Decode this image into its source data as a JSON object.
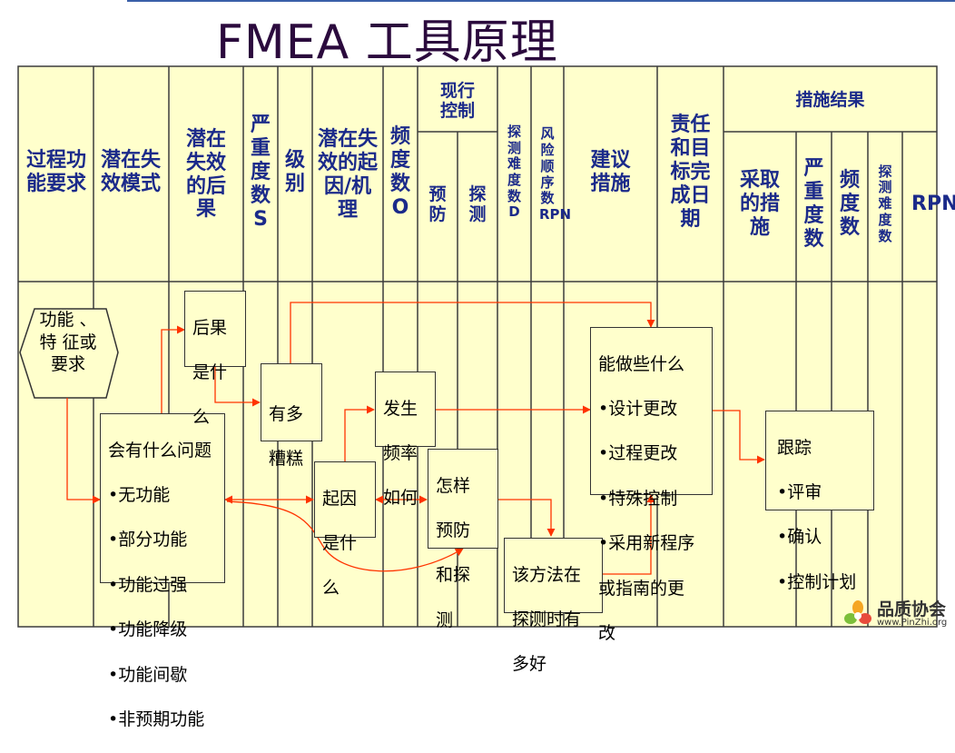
{
  "title": "FMEA 工具原理",
  "headers": {
    "process_function": "过程功能要求",
    "failure_mode": "潜在失效模式",
    "failure_effect": "潜在失效的后果",
    "severity": "严重度数S",
    "class": "级别",
    "failure_cause": "潜在失效的起因/机理",
    "occurrence": "频度数O",
    "current_controls": "现行控制",
    "prevention": "预防",
    "detection": "探测",
    "detection_d": "探测难度数D",
    "rpn": "风险顺序数RPN",
    "recommended_actions": "建议措施",
    "responsibility": "责任和目标完成日期",
    "action_results": "措施结果",
    "actions_taken": "采取的措施",
    "result_severity": "严重度数",
    "result_occurrence": "频度数",
    "result_detection": "探测难度数",
    "result_rpn": "RPN"
  },
  "flow": {
    "function": [
      "功能",
      "、特",
      "征或",
      "要求"
    ],
    "what_problems": [
      "会有什么问题",
      "•无功能",
      "•部分功能",
      "•功能过强",
      "•功能降级",
      "•功能间歇",
      "•非预期功能"
    ],
    "what_effects": [
      "后果",
      "是什",
      "么"
    ],
    "how_bad": [
      "有多",
      "糟糕"
    ],
    "what_causes": [
      "起因",
      "是什",
      "么"
    ],
    "how_often": [
      "发生",
      "频率",
      "如何"
    ],
    "prevent_detect": [
      "怎样",
      "预防",
      "和探",
      "测"
    ],
    "detect_method": [
      "该方法在",
      "探测时有",
      "多好"
    ],
    "what_can_be_done": [
      "能做些什么",
      "•设计更改",
      "•过程更改",
      "•特殊控制",
      "•采用新程序",
      "或指南的更",
      "改"
    ],
    "follow_up": [
      "跟踪",
      "•评审",
      "•确认",
      "•控制计划"
    ]
  },
  "logo": {
    "name": "品质协会",
    "url": "www.PinZhi.org"
  },
  "colors": {
    "header_text": "#1b2a8a",
    "cell_bg": "#ffffcc",
    "arrow": "#ff3300",
    "title": "#2b0a3d"
  }
}
